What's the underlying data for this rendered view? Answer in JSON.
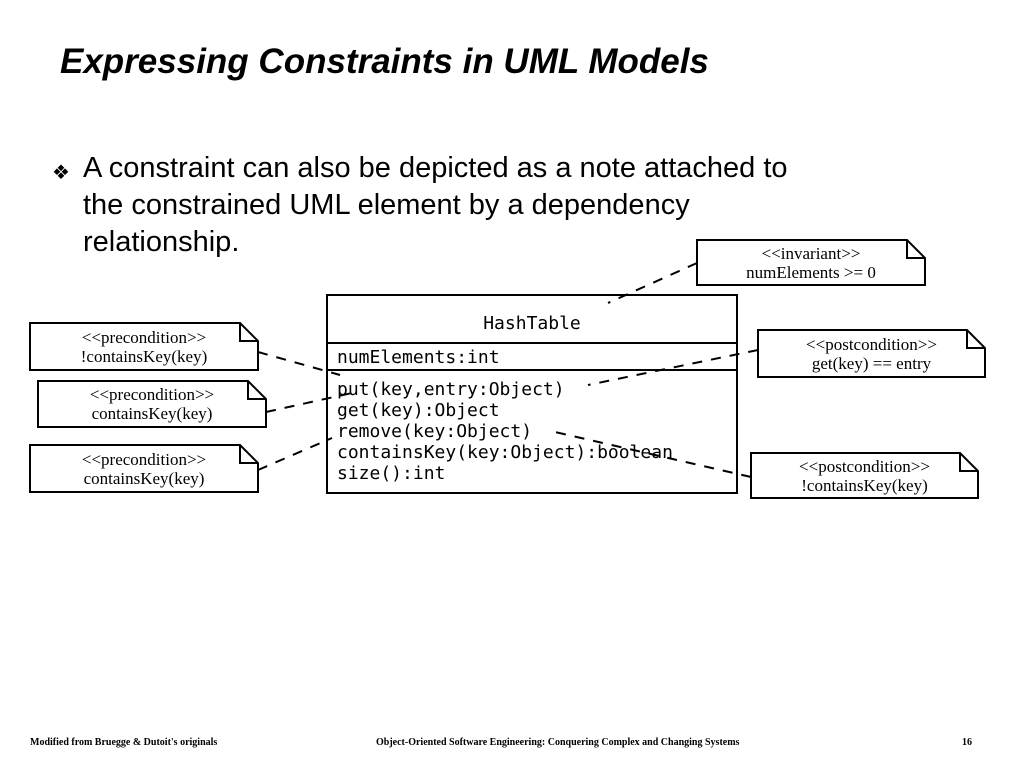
{
  "slide": {
    "title": "Expressing Constraints in UML Models",
    "bullet_icon": "diamond-flower-icon",
    "bullet_line1": "A constraint can also be depicted as a note attached to",
    "bullet_line2": "the constrained UML element by a dependency",
    "bullet_line3": "relationship."
  },
  "class_box": {
    "name": "HashTable",
    "attributes": [
      "numElements:int"
    ],
    "operations": [
      "put(key,entry:Object)",
      "get(key):Object",
      "remove(key:Object)",
      "containsKey(key:Object):boolean",
      "size():int"
    ]
  },
  "notes": {
    "invariant": {
      "stereotype": "<<invariant>>",
      "expression": "numElements >= 0"
    },
    "pre_put": {
      "stereotype": "<<precondition>>",
      "expression": "!containsKey(key)"
    },
    "pre_get": {
      "stereotype": "<<precondition>>",
      "expression": "containsKey(key)"
    },
    "pre_remove": {
      "stereotype": "<<precondition>>",
      "expression": "containsKey(key)"
    },
    "post_get": {
      "stereotype": "<<postcondition>>",
      "expression": "get(key) == entry"
    },
    "post_remove": {
      "stereotype": "<<postcondition>>",
      "expression": "!containsKey(key)"
    }
  },
  "footer": {
    "left": "Modified from Bruegge & Dutoit's originals",
    "center": "Object-Oriented Software Engineering: Conquering Complex and Changing Systems",
    "page": "16"
  }
}
